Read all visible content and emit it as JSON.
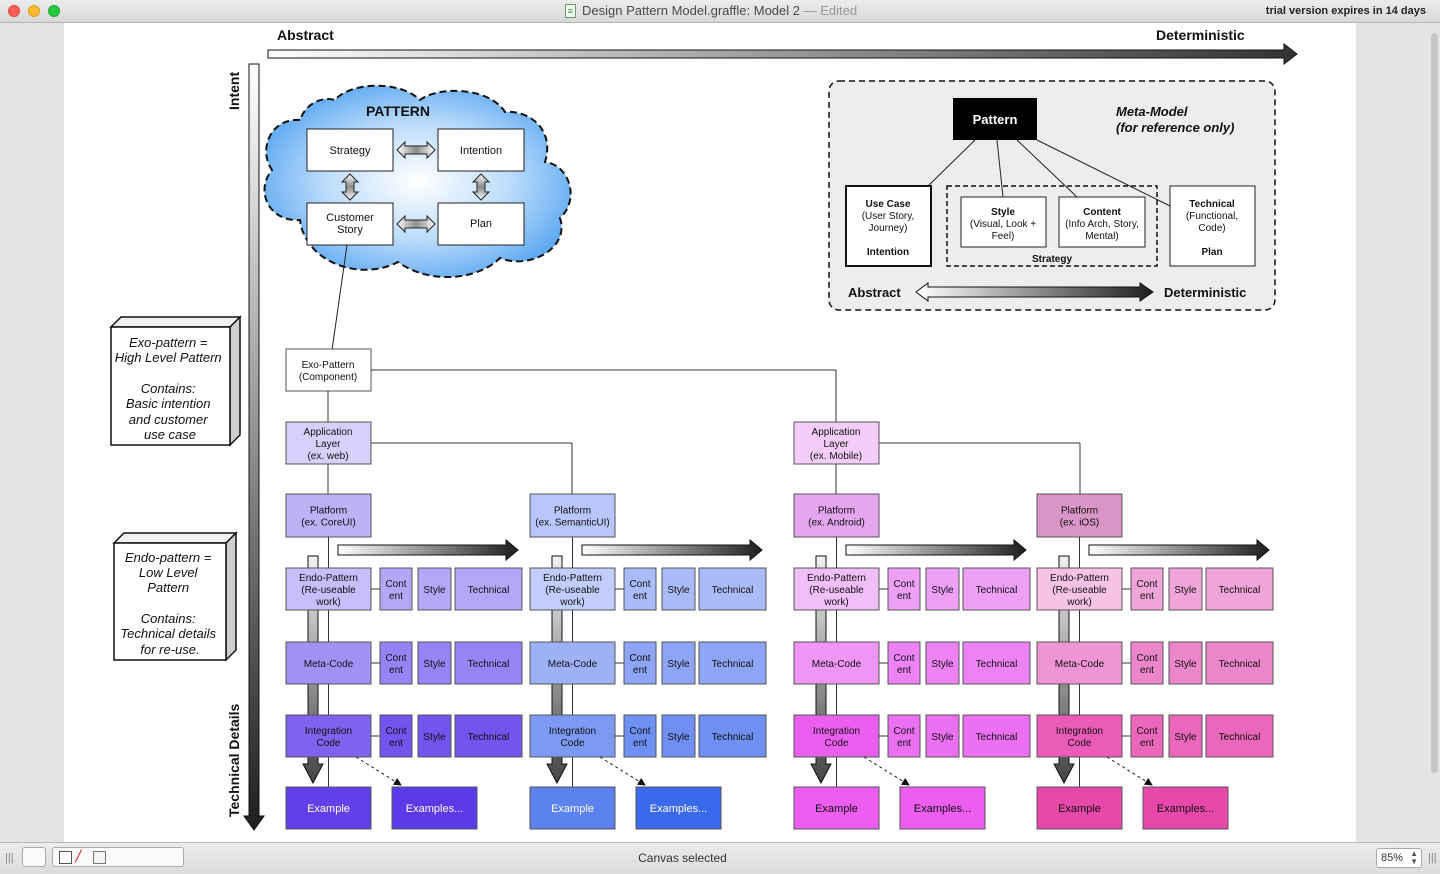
{
  "window": {
    "document_name": "Design Pattern Model.graffle: Model 2",
    "separator": "—",
    "edited": "Edited",
    "trial_notice": "trial version expires in 14 days"
  },
  "status": {
    "text": "Canvas selected",
    "zoom": "85%"
  },
  "axes": {
    "top_left": "Abstract",
    "top_right": "Deterministic",
    "left_top": "Intent",
    "left_bottom": "Technical Details"
  },
  "pattern_cloud": {
    "title": "PATTERN",
    "strategy": "Strategy",
    "intention": "Intention",
    "customer_story": [
      "Customer",
      "Story"
    ],
    "plan": "Plan"
  },
  "meta_model": {
    "root": "Pattern",
    "title": [
      "Meta-Model",
      "(for reference only)"
    ],
    "use_case": {
      "bold": "Use Case",
      "lines": [
        "(User Story,",
        "Journey)"
      ],
      "foot": "Intention"
    },
    "style": {
      "bold": "Style",
      "lines": [
        "(Visual, Look +",
        "Feel)"
      ]
    },
    "content": {
      "bold": "Content",
      "lines": [
        "(Info Arch, Story,",
        "Mental)"
      ]
    },
    "technical": {
      "bold": "Technical",
      "lines": [
        "(Functional,",
        "Code)"
      ],
      "foot": "Plan"
    },
    "strategy_label": "Strategy",
    "abstract": "Abstract",
    "deterministic": "Deterministic"
  },
  "notes": {
    "exo": [
      "Exo-pattern =",
      "High Level Pattern",
      "",
      "Contains:",
      "Basic intention",
      "and customer",
      "use case"
    ],
    "endo": [
      "Endo-pattern =",
      "Low Level",
      "Pattern",
      "",
      "Contains:",
      "Technical details",
      "for re-use."
    ]
  },
  "exo_pattern": [
    "Exo-Pattern",
    "(Component)"
  ],
  "app_layers": [
    {
      "lines": [
        "Application",
        "Layer",
        "(ex. web)"
      ],
      "fill": "#d7d0fb"
    },
    {
      "lines": [
        "Application",
        "Layer",
        "(ex. Mobile)"
      ],
      "fill": "#f3ccf9"
    }
  ],
  "stack_labels": {
    "endo": [
      "Endo-Pattern",
      "(Re-useable",
      "work)"
    ],
    "meta": [
      "Meta-Code"
    ],
    "integration": [
      "Integration",
      "Code"
    ],
    "content": [
      "Cont",
      "ent"
    ],
    "style": "Style",
    "technical": "Technical",
    "example": "Example",
    "examples_more": "Examples..."
  },
  "platforms": [
    {
      "name": [
        "Platform",
        "(ex. CoreUI)"
      ],
      "colors": {
        "platform": "#bdb2f6",
        "endo": "#c7befb",
        "meta": "#a191f5",
        "integ": "#7f63ef",
        "example": "#6140ea",
        "examples": "#5a3ae8",
        "endo_small": "#b4a7f8",
        "meta_small": "#9584f3",
        "integ_small": "#7454ee"
      }
    },
    {
      "name": [
        "Platform",
        "(ex. SemanticUI)"
      ],
      "colors": {
        "platform": "#b9c6fb",
        "endo": "#c3cdfc",
        "meta": "#9db1f7",
        "integ": "#7c9af3",
        "example": "#5c82ef",
        "examples": "#3b69eb",
        "endo_small": "#a9bcf9",
        "meta_small": "#8ea5f5",
        "integ_small": "#6f8ff2"
      }
    },
    {
      "name": [
        "Platform",
        "(ex. Android)"
      ],
      "colors": {
        "platform": "#e5a6f0",
        "endo": "#f0bff7",
        "meta": "#ee95f5",
        "integ": "#ea5ff0",
        "example": "#ec5df0",
        "examples": "#ec5df0",
        "endo_small": "#ee9ff6",
        "meta_small": "#ec82f3",
        "integ_small": "#ea6ff1"
      }
    },
    {
      "name": [
        "Platform",
        "(ex. iOS)"
      ],
      "colors": {
        "platform": "#d995c6",
        "endo": "#f6c2e5",
        "meta": "#ef95d5",
        "integ": "#ea5cb8",
        "example": "#e848aa",
        "examples": "#e848aa",
        "endo_small": "#f0a5d8",
        "meta_small": "#ec86ca",
        "integ_small": "#ea67bb"
      }
    }
  ]
}
